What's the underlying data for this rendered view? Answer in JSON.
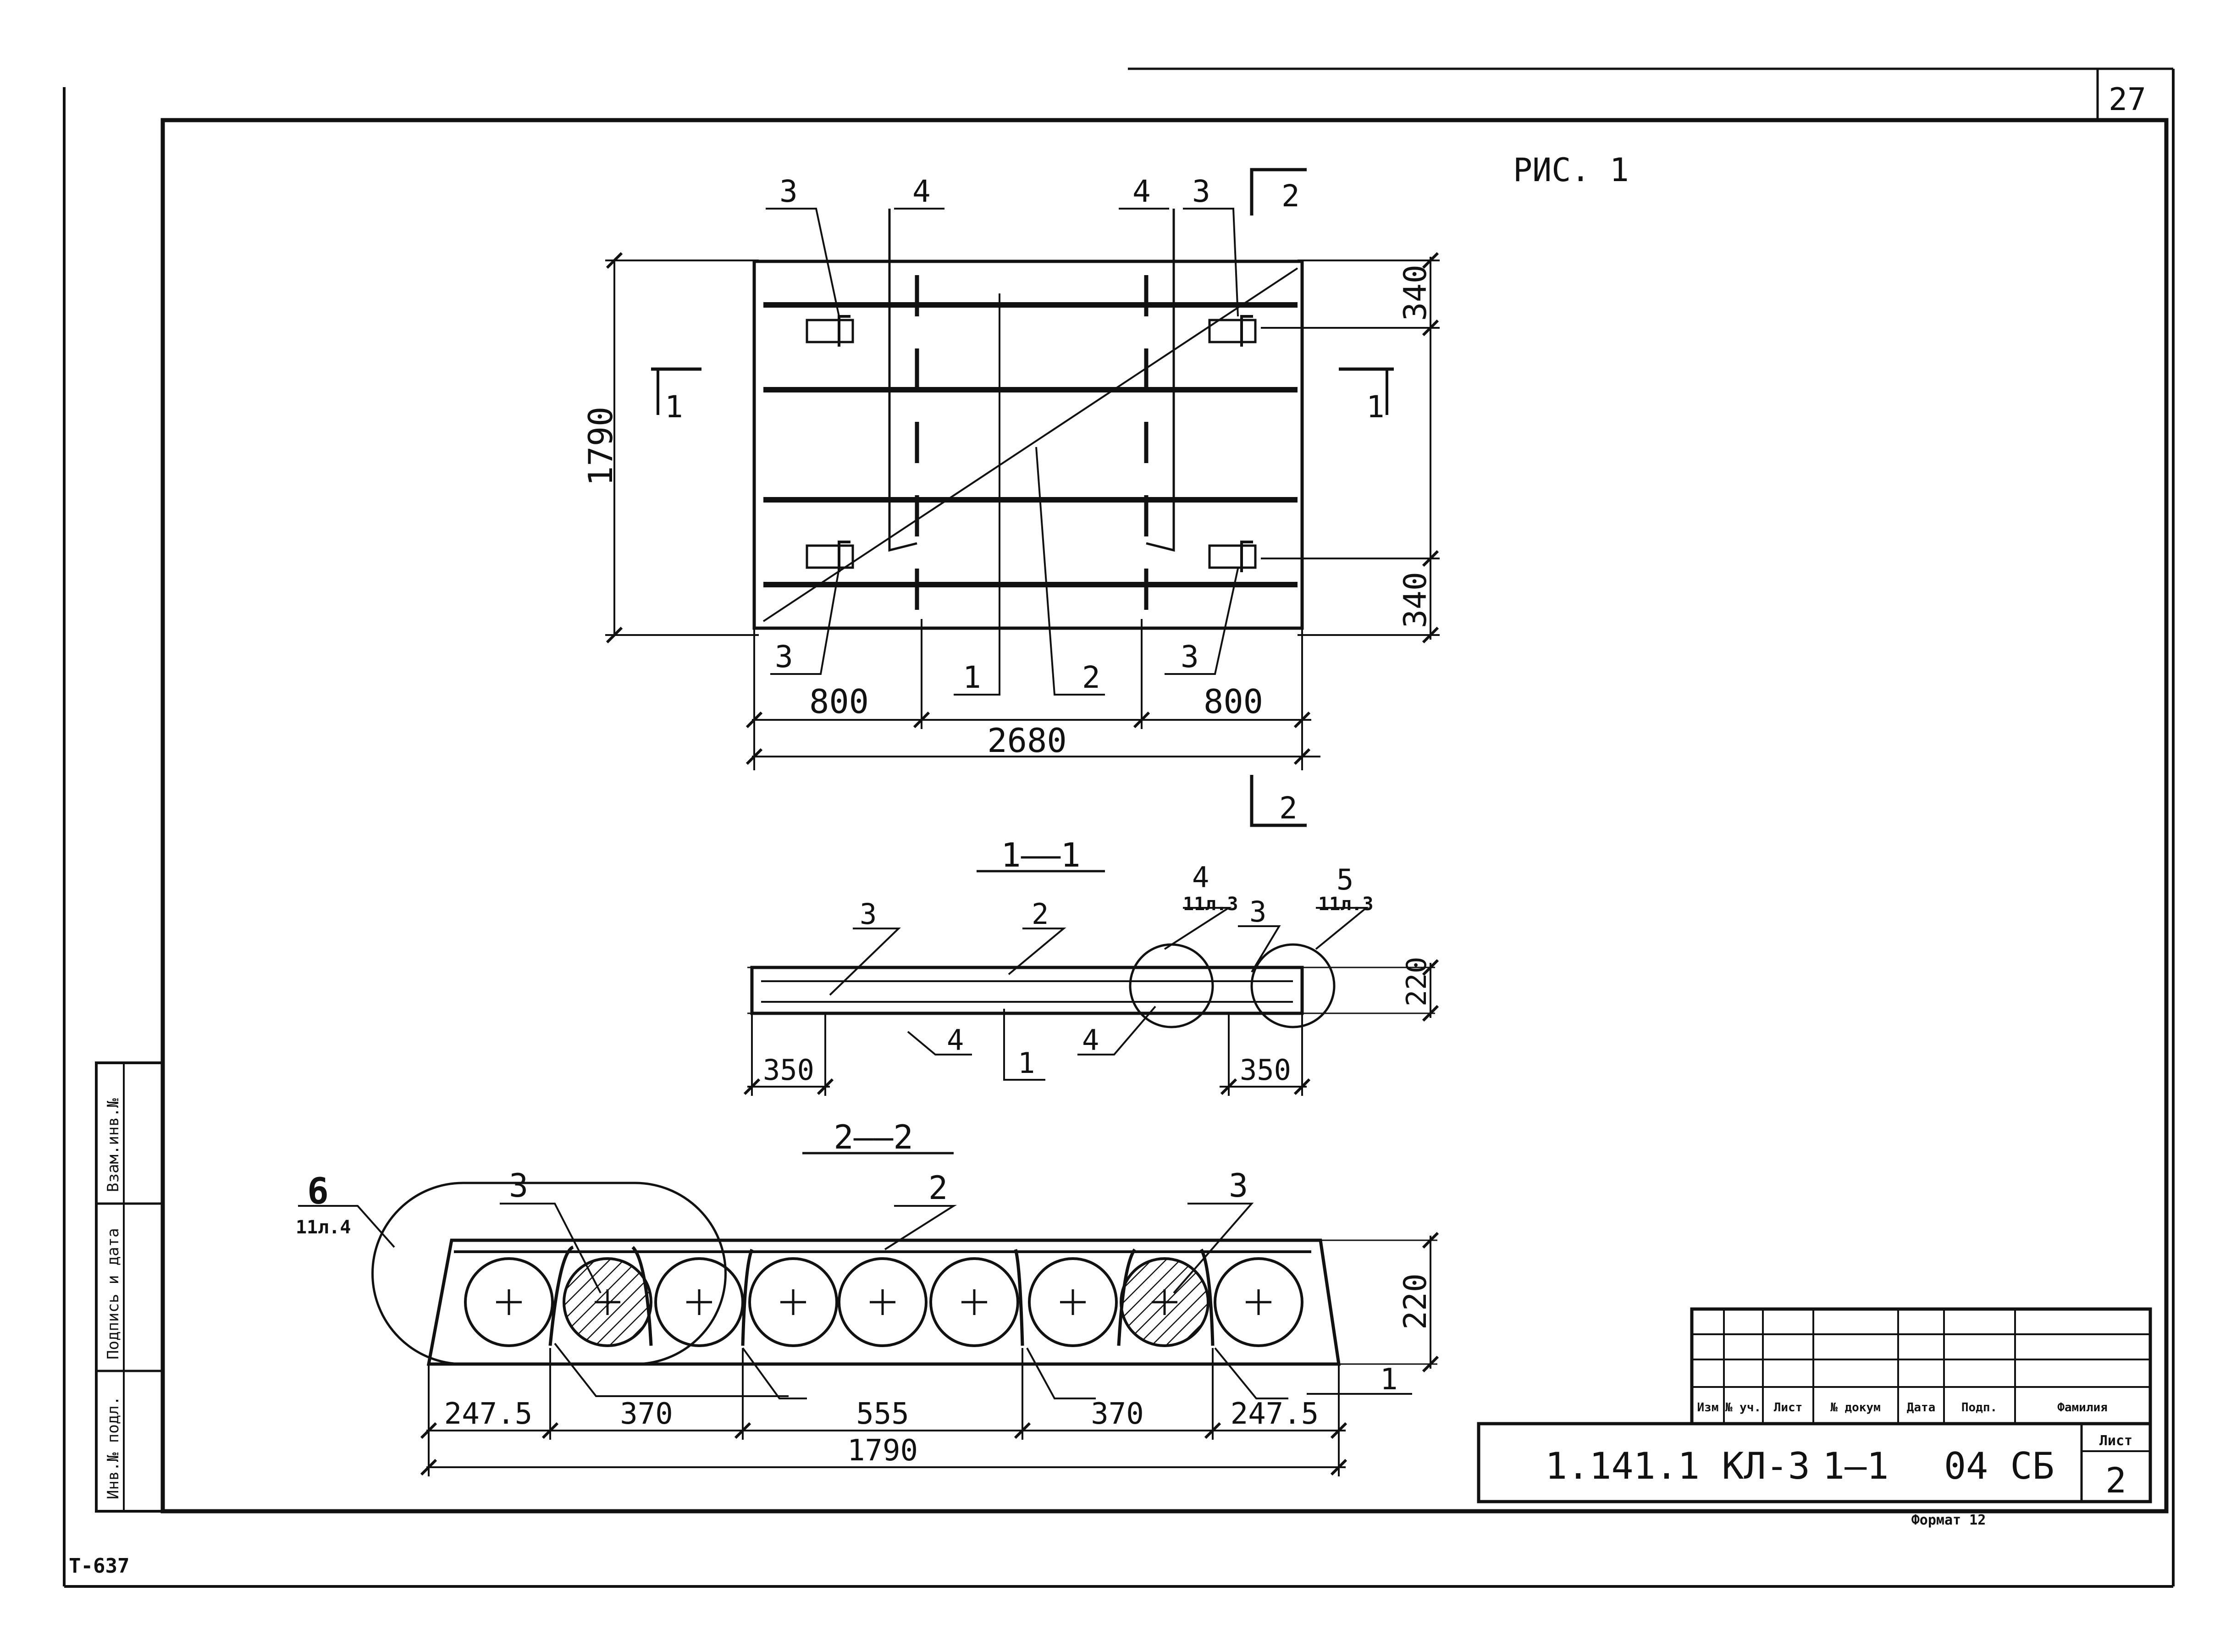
{
  "sheet": {
    "page_number": "27",
    "figure_label": "РИС. 1",
    "inventory_code": "Т-637",
    "format_label": "Формат 12",
    "side_stamp": {
      "inv_no": "Инв.№ подл.",
      "signature_date": "Подпись и дата",
      "exchange_inv": "Взам.инв.№"
    }
  },
  "title_block": {
    "document_code": "1.141.1 КЛ-3",
    "section": "1–1",
    "sheet_code": "04 СБ",
    "sheet_label": "Лист",
    "sheet_number": "2",
    "columns": [
      "Изм",
      "№ уч.",
      "Лист",
      "№ докум",
      "Дата",
      "Подп.",
      "Фамилия"
    ]
  },
  "plan_view": {
    "dimensions": {
      "width": "1790",
      "length": "2680",
      "end_left": "800",
      "end_right": "800",
      "edge_top": "340",
      "edge_bottom": "340"
    },
    "callouts": {
      "pos_1": "1",
      "pos_2": "2",
      "pos_3": "3",
      "pos_4": "4"
    },
    "section_marks": {
      "s1": "1",
      "s2": "2"
    }
  },
  "section_1_1": {
    "title": "1——1",
    "dimensions": {
      "height": "220",
      "left": "350",
      "right": "350"
    },
    "callouts": {
      "c1": "1",
      "c2": "2",
      "c3": "3",
      "c4": "4",
      "c5": "5",
      "sheet_ref": "11л.3"
    }
  },
  "section_2_2": {
    "title": "2——2",
    "dimensions": {
      "height": "220",
      "d1": "247.5",
      "d2": "370",
      "d3": "555",
      "d4": "370",
      "d5": "247.5",
      "total": "1790"
    },
    "callouts": {
      "c1": "1",
      "c2": "2",
      "c3": "3",
      "c6": "6",
      "sheet_ref": "11л.4"
    }
  }
}
